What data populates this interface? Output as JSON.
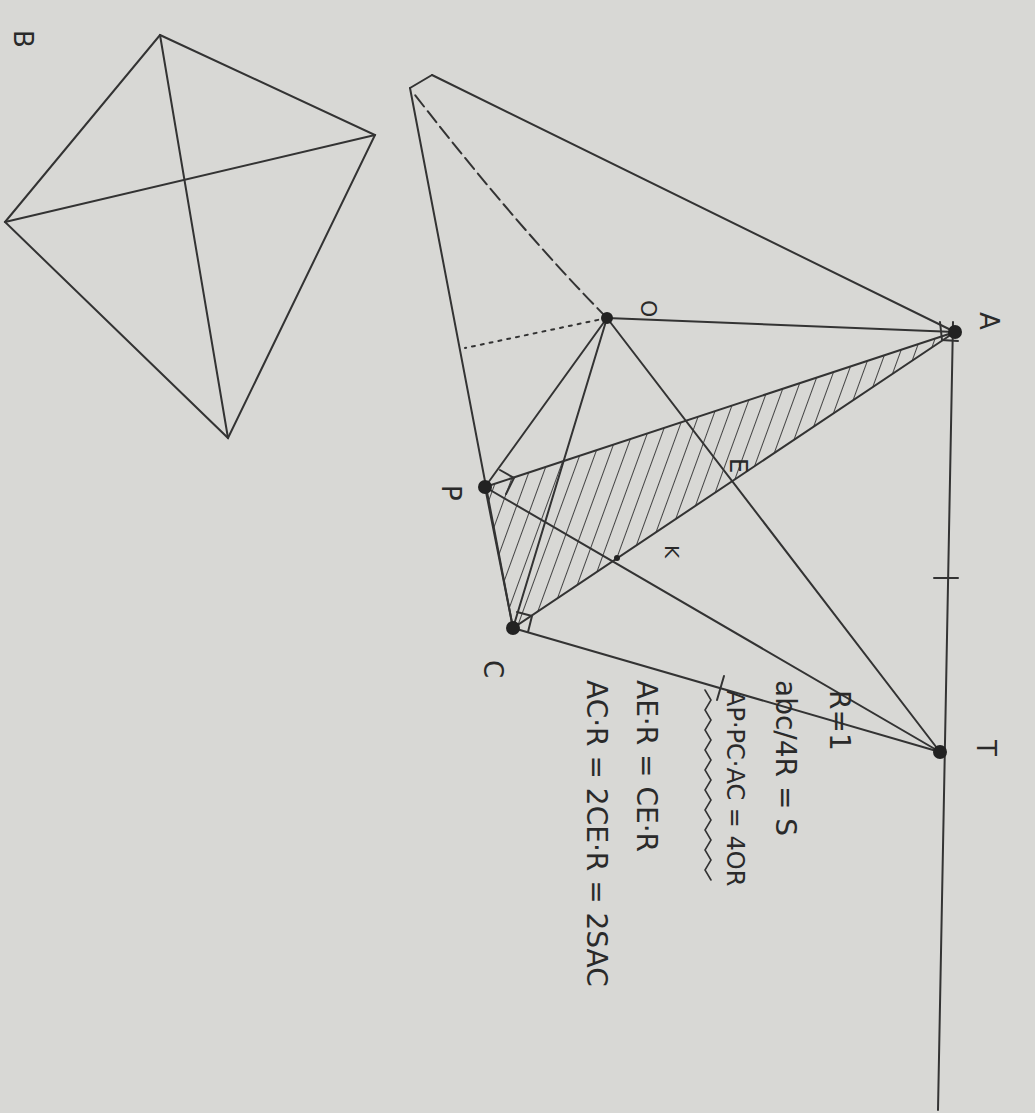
{
  "diagram": {
    "labels": [
      "A",
      "T",
      "B",
      "O",
      "P",
      "C",
      "K",
      "E",
      "R=1",
      "abc/4R = S",
      "AP·PC·AC = 4OR",
      "AE·R = CE·R",
      "AC·R = 2CE·R = 2SAC"
    ]
  }
}
